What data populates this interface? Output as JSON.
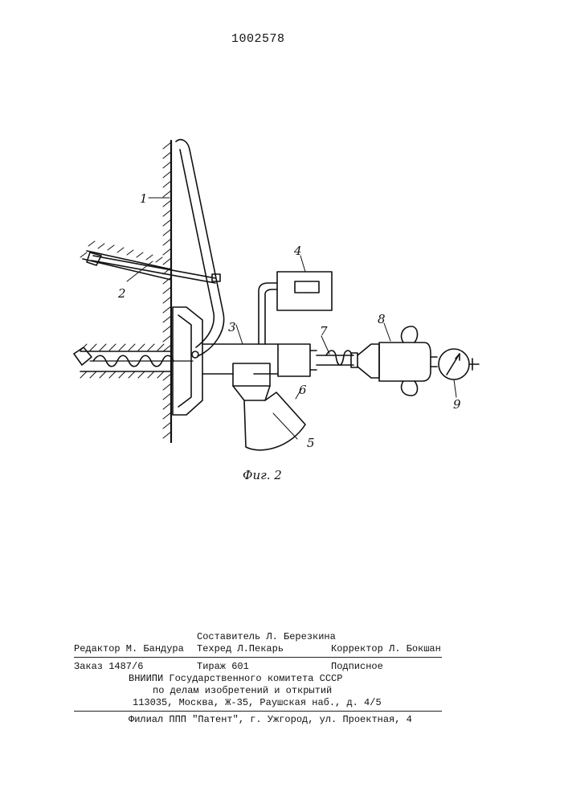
{
  "patent_number": "1002578",
  "figure": {
    "caption": "Фиг. 2",
    "labels": [
      "1",
      "2",
      "3",
      "4",
      "5",
      "6",
      "7",
      "8",
      "9"
    ]
  },
  "footer": {
    "compiler": "Составитель Л. Березкина",
    "editor": "Редактор М. Бандура",
    "techred": "Техред Л.Пекарь",
    "corrector": "Корректор Л. Бокшан",
    "order": "Заказ 1487/6",
    "circulation": "Тираж 601",
    "subscription": "Подписное",
    "org_line1": "ВНИИПИ Государственного комитета СССР",
    "org_line2": "по делам изобретений и открытий",
    "org_line3": "113035, Москва, Ж-35, Раушская наб., д. 4/5",
    "branch": "Филиал ППП \"Патент\", г. Ужгород, ул. Проектная, 4"
  }
}
